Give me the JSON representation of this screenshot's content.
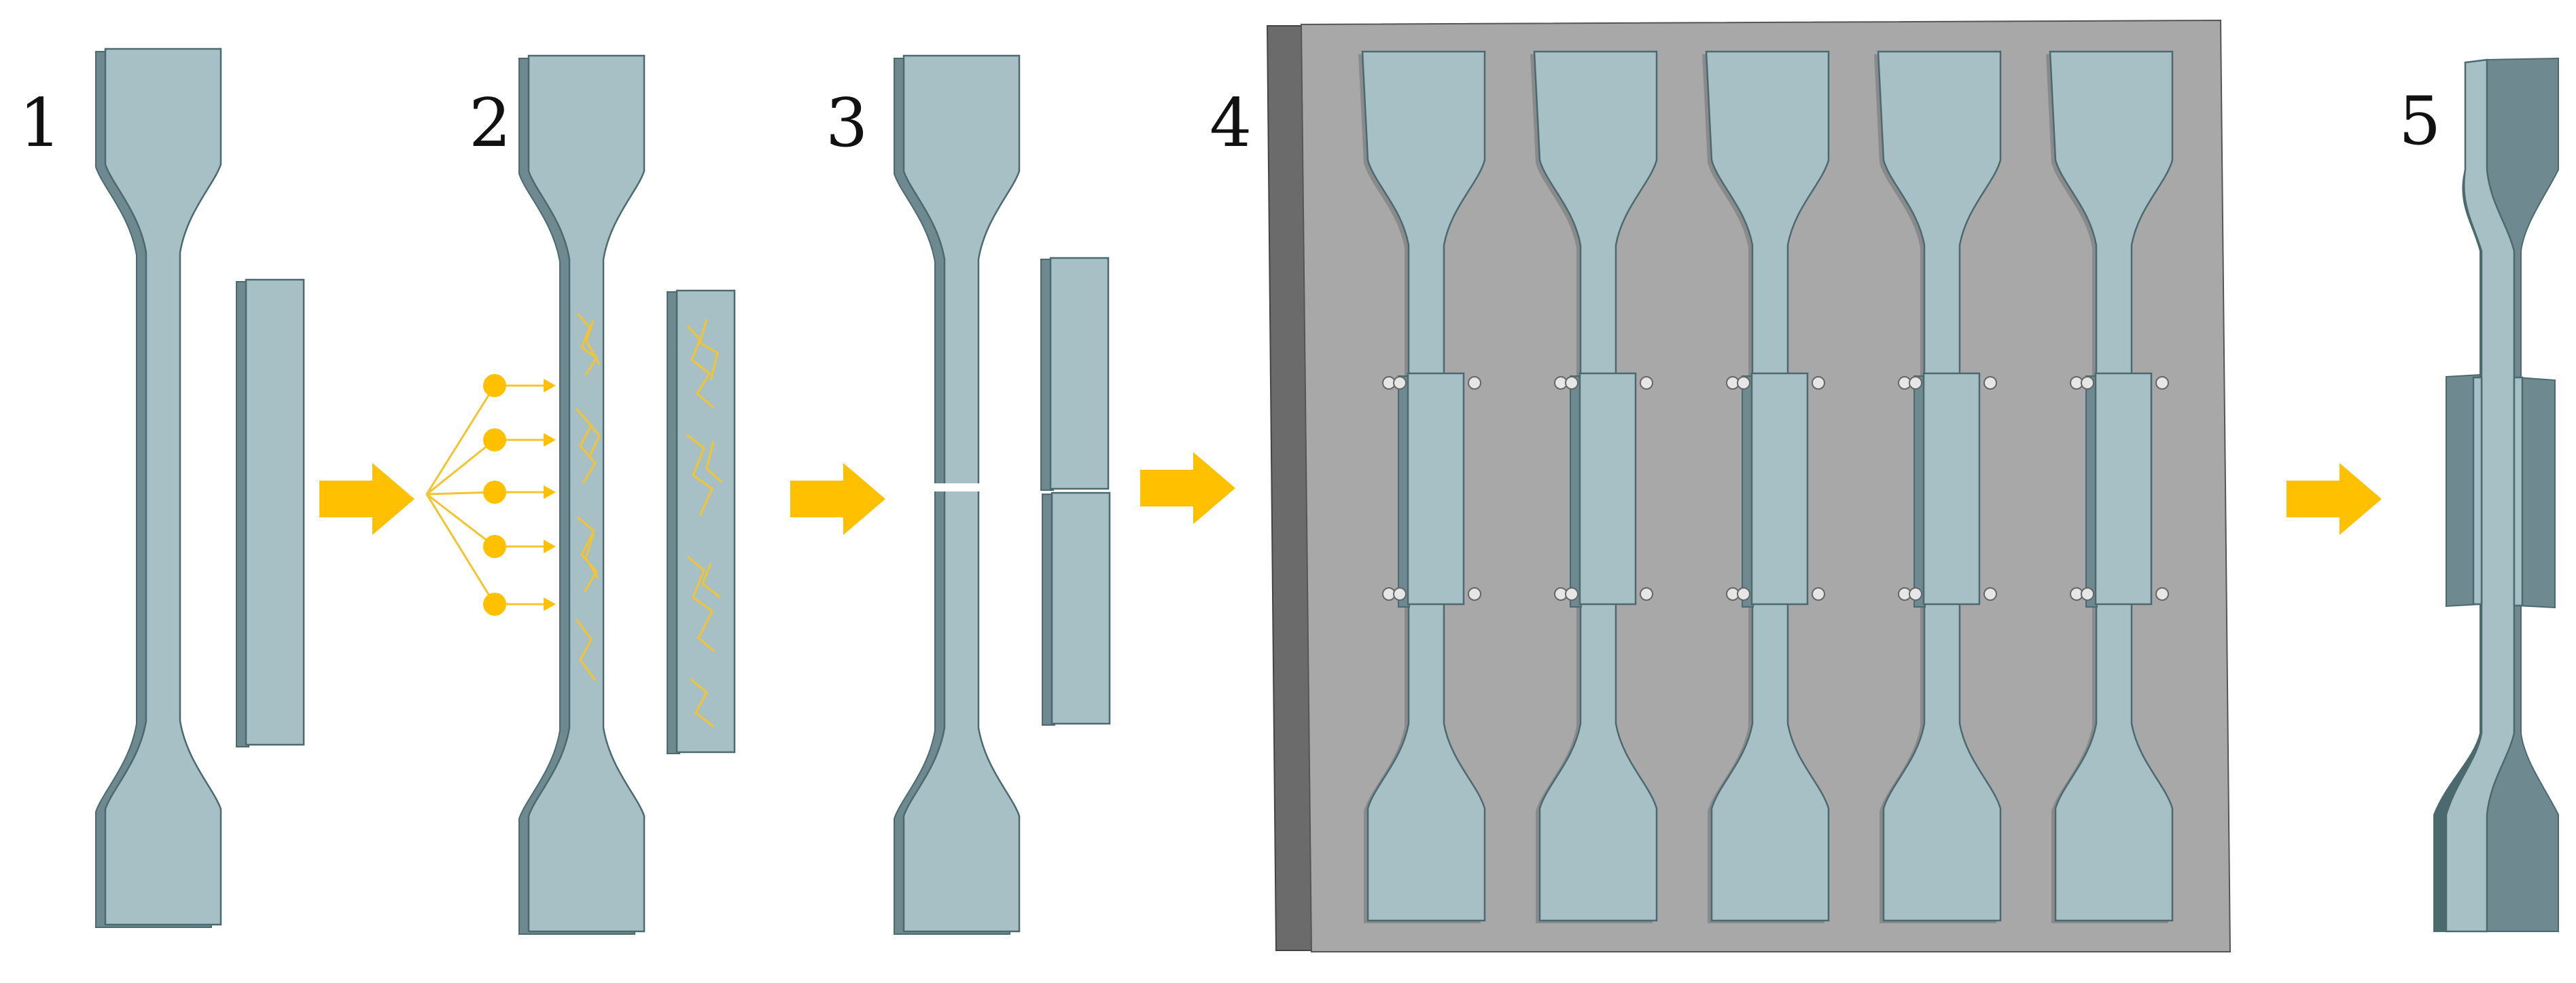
{
  "steps": [
    {
      "label": "1"
    },
    {
      "label": "2"
    },
    {
      "label": "3"
    },
    {
      "label": "4"
    },
    {
      "label": "5"
    }
  ],
  "colors": {
    "specimen_face": "#a7c0c6",
    "specimen_side": "#6e8a90",
    "specimen_edge": "#4b6a70",
    "arrow": "#ffc000",
    "crack_lines": "#f4c430",
    "mold_plate": "#a8a8a8",
    "mold_side": "#6b6b6b",
    "pin": "#e6e6e6"
  },
  "mold": {
    "specimen_count": 5
  }
}
